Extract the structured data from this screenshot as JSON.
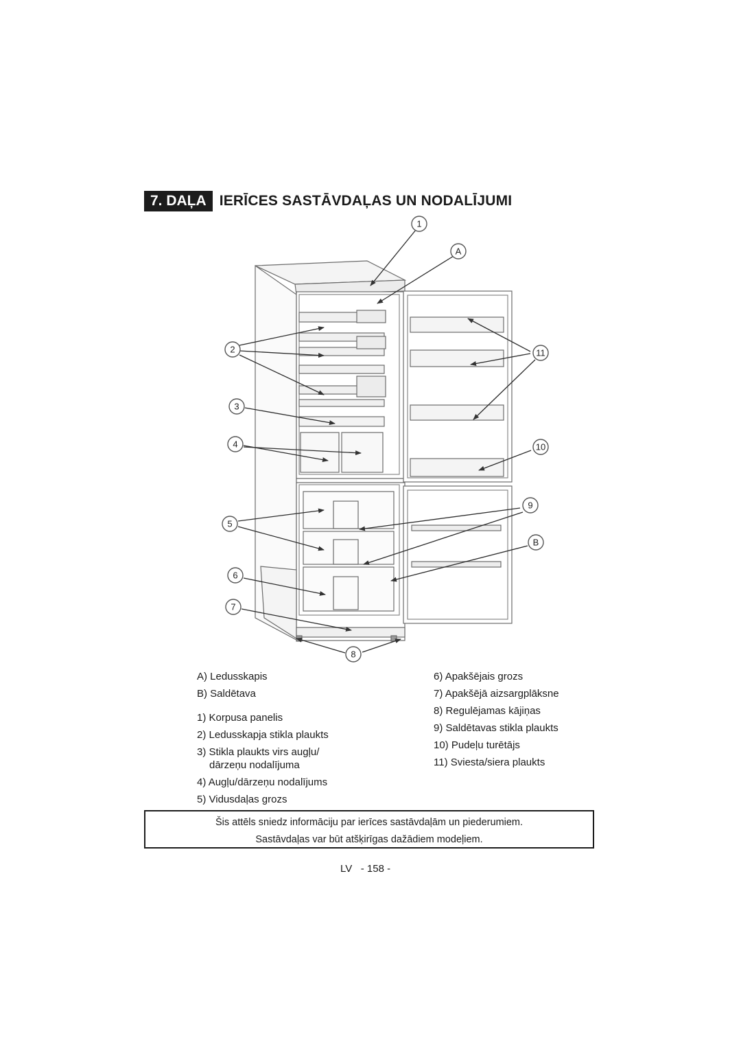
{
  "header": {
    "badge": "7. DAĻA",
    "title": "IERĪCES SASTĀVDAĻAS UN NODALĪJUMI"
  },
  "callouts": [
    "1",
    "A",
    "2",
    "3",
    "4",
    "5",
    "6",
    "7",
    "8",
    "9",
    "B",
    "10",
    "11"
  ],
  "legend": {
    "left": [
      {
        "id": "A)",
        "text": "Ledusskapis"
      },
      {
        "id": "B)",
        "text": "Saldētava"
      },
      {
        "id": "1)",
        "text": "Korpusa panelis"
      },
      {
        "id": "2)",
        "text": "Ledusskapja stikla plaukts"
      },
      {
        "id": "3)",
        "text": "Stikla plaukts virs augļu/",
        "cont": "dārzeņu nodalījuma"
      },
      {
        "id": "4)",
        "text": "Augļu/dārzeņu nodalījums"
      },
      {
        "id": "5)",
        "text": "Vidusdaļas grozs"
      }
    ],
    "right": [
      {
        "id": "6)",
        "text": "Apakšējais grozs"
      },
      {
        "id": "7)",
        "text": "Apakšējā aizsargplāksne"
      },
      {
        "id": "8)",
        "text": "Regulējamas kājiņas"
      },
      {
        "id": "9)",
        "text": "Saldētavas stikla plaukts"
      },
      {
        "id": "10)",
        "text": "Pudeļu turētājs"
      },
      {
        "id": "11)",
        "text": "Sviesta/siera plaukts"
      }
    ]
  },
  "notice": {
    "line1": "Šis attēls sniedz informāciju par ierīces sastāvdaļām un piederumiem.",
    "line2": "Sastāvdaļas var būt atšķirīgas dažādiem modeļiem."
  },
  "footer": {
    "lang": "LV",
    "page": "- 158 -"
  }
}
